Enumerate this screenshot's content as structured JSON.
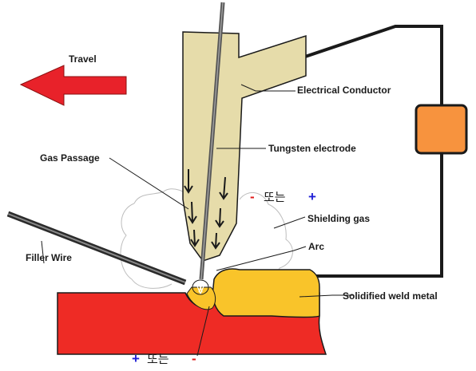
{
  "labels": {
    "travel": "Travel",
    "electrical_conductor": "Electrical Conductor",
    "tungsten_electrode": "Tungsten electrode",
    "gas_passage": "Gas Passage",
    "shielding_gas": "Shielding gas",
    "filler_wire": "Filler Wire",
    "arc": "Arc",
    "solidified_weld_metal": "Solidified weld metal"
  },
  "polarity_top": {
    "minus": "-",
    "text": "또는",
    "plus": "+"
  },
  "polarity_bottom": {
    "plus": "+",
    "text": "또는",
    "minus": "-"
  },
  "colors": {
    "torch": "#e6dcaa",
    "workpiece": "#ee2b25",
    "weld_metal": "#f9c42a",
    "power_source": "#f7933e",
    "arrow": "#e8222a",
    "plus_sign": "#1f1fd6",
    "minus_sign": "#e01818"
  },
  "icons": [
    "travel-arrow-icon",
    "power-source-icon"
  ]
}
